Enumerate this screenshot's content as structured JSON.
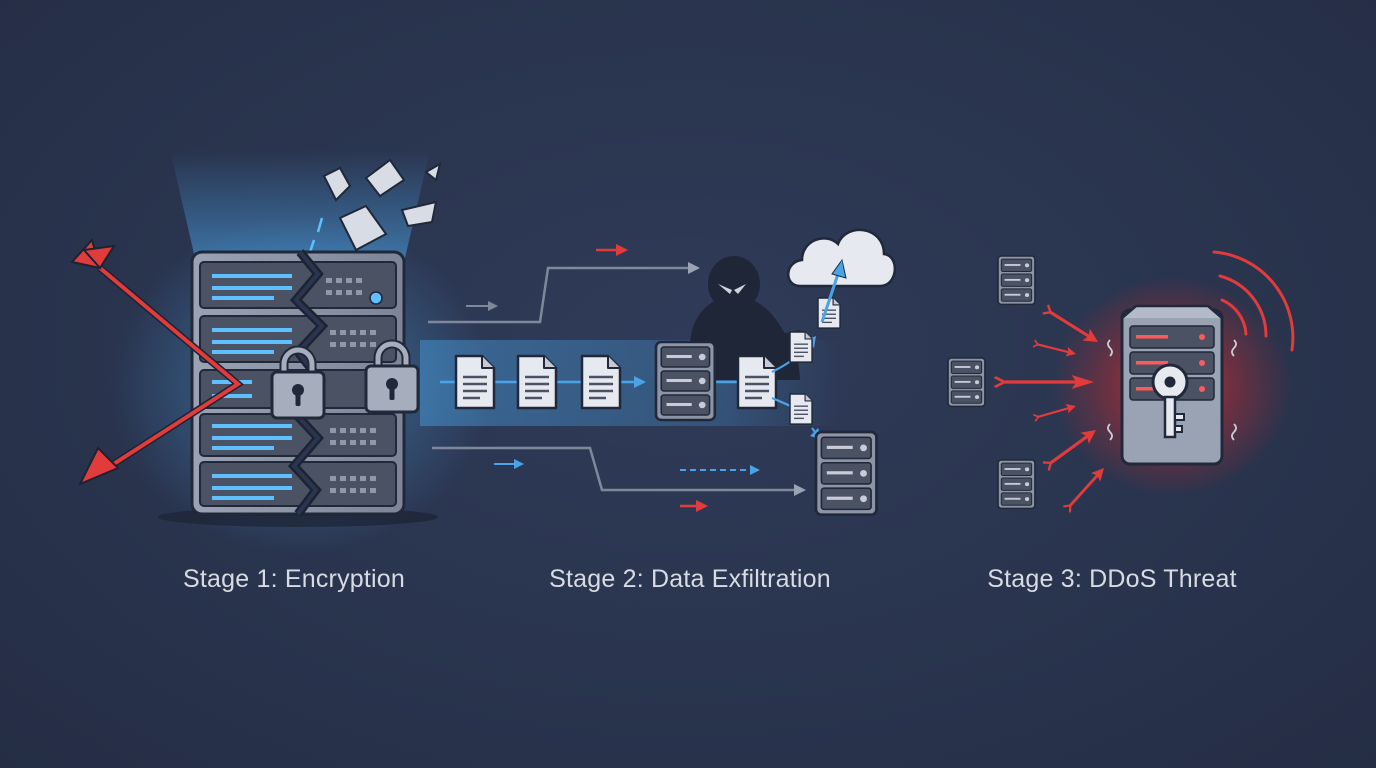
{
  "stages": [
    {
      "id": "encryption",
      "label": "Stage 1: Encryption"
    },
    {
      "id": "exfiltration",
      "label": "Stage 2: Data Exfiltration"
    },
    {
      "id": "ddos",
      "label": "Stage 3: DDoS Threat"
    }
  ],
  "palette": {
    "background": "#2a3550",
    "attack_red": "#e23b3b",
    "flow_blue": "#4aa3e6",
    "server_gray": "#8c95a6",
    "server_dark": "#4b5263",
    "led_blue": "#5fc0ff",
    "label_text": "#d7dbe3"
  },
  "icons": {
    "stage1": [
      "server-rack-icon",
      "padlock-icon",
      "red-arrow-icon",
      "shattered-document-icon"
    ],
    "stage2": [
      "document-icon",
      "server-icon",
      "hooded-hacker-icon",
      "cloud-upload-icon"
    ],
    "stage3": [
      "server-icon",
      "key-icon",
      "red-arrow-icon",
      "signal-waves-icon"
    ]
  }
}
